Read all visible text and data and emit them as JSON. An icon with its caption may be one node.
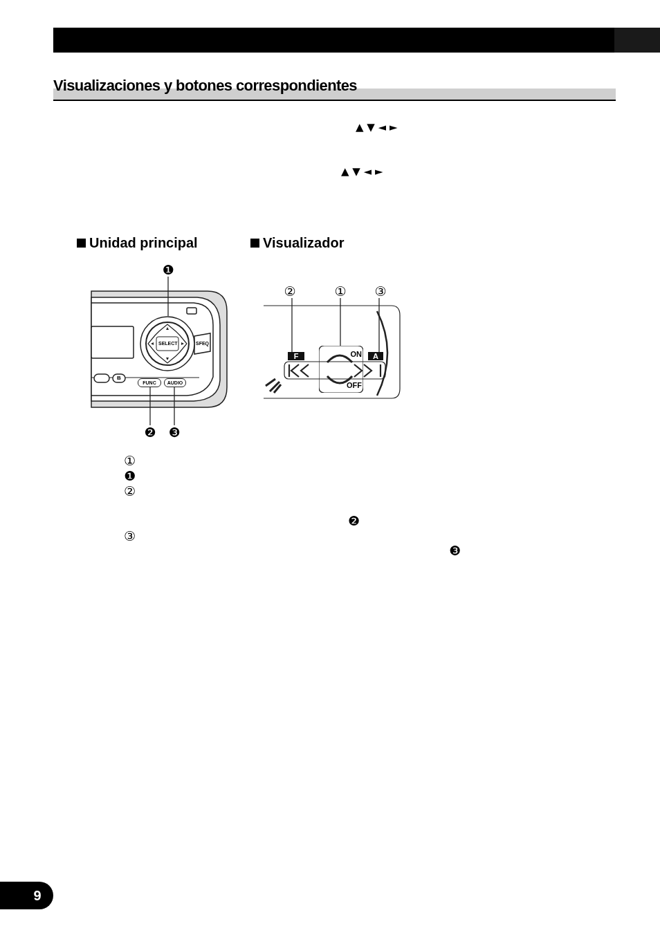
{
  "diagram": {
    "title": "Visualizaciones y botones correspondientes",
    "nodes": [
      {
        "text": [
          "❶"
        ]
      },
      {
        "text": [],
        "shape": "circle"
      },
      {
        "text": [
          "FUNC"
        ]
      },
      {
        "text": [
          "AUDIO"
        ]
      },
      {
        "text": [
          "❷"
        ]
      },
      {
        "text": [
          "❸"
        ]
      },
      {
        "text": [
          "②"
        ]
      },
      {
        "text": [
          "①"
        ]
      },
      {
        "text": [
          "③"
        ]
      },
      {
        "text": [
          "F"
        ]
      },
      {
        "text": [
          "ON",
          "OFF"
        ]
      },
      {
        "text": [
          "A"
        ]
      }
    ],
    "edges": [
      {
        "from": 0,
        "to": 1,
        "arrow": "none"
      },
      {
        "from": 4,
        "to": 2,
        "arrow": "none"
      },
      {
        "from": 5,
        "to": 3,
        "arrow": "none"
      },
      {
        "from": 6,
        "to": 9,
        "arrow": "none"
      },
      {
        "from": 7,
        "to": 10,
        "arrow": "none"
      },
      {
        "from": 8,
        "to": 11,
        "arrow": "none"
      }
    ],
    "labels": [
      "▲ ▼ ◄ ►",
      "▲ ▼ ◄ ►",
      "Unidad principal",
      "Visualizador",
      "SELECT",
      "SFEQ",
      "B",
      "①",
      "❶",
      "②",
      "❷",
      "③",
      "❸",
      "9"
    ]
  }
}
